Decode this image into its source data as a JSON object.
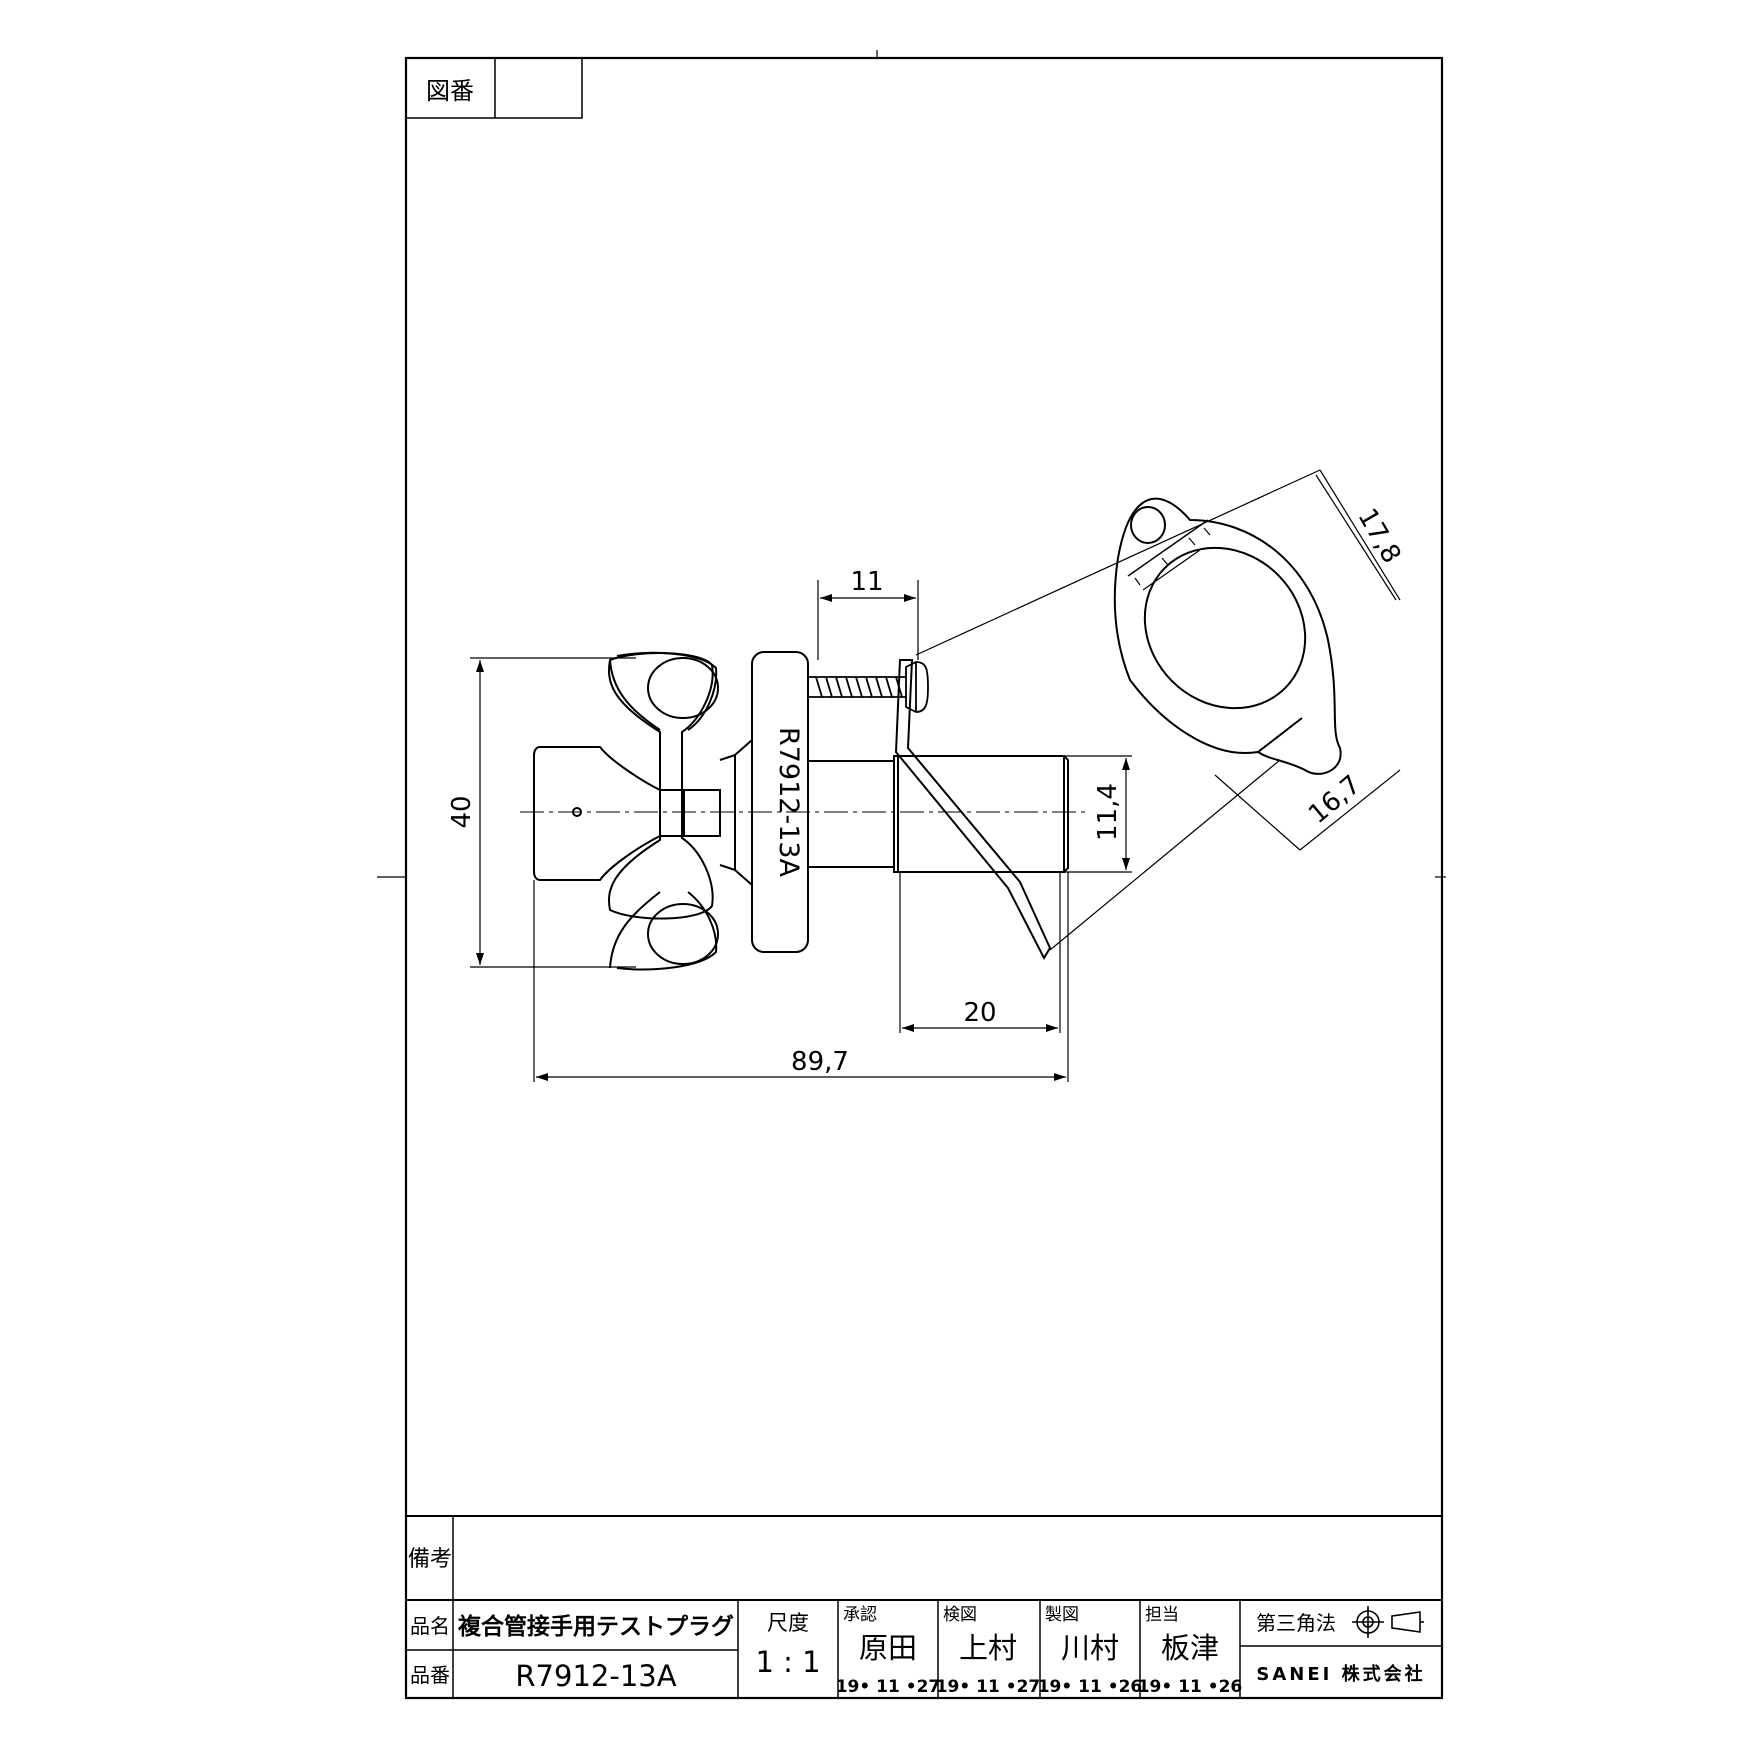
{
  "drawing_no_label": "図番",
  "drawing_no_value": "",
  "remarks_label": "備考",
  "remarks_value": "",
  "product_name_label": "品名",
  "product_name": "複合管接手用テストプラグ",
  "part_no_label": "品番",
  "part_no": "R7912-13A",
  "scale_label": "尺度",
  "scale_value": "1 : 1",
  "approvals": [
    {
      "role": "承認",
      "name": "原田",
      "date": "19• 11 •27"
    },
    {
      "role": "検図",
      "name": "上村",
      "date": "19• 11 •27"
    },
    {
      "role": "製図",
      "name": "川村",
      "date": "19• 11 •26"
    },
    {
      "role": "担当",
      "name": "板津",
      "date": "19• 11 •26"
    }
  ],
  "projection_label": "第三角法",
  "company": "SANEI 株式会社",
  "part_marking": "R7912-13A",
  "dimensions": {
    "overall_length": "89,7",
    "wing_span": "40",
    "shaft_diameter": "11,4",
    "shaft_length": "20",
    "screw_offset": "11",
    "clip_width": "17,8",
    "clip_inner": "16,7"
  }
}
